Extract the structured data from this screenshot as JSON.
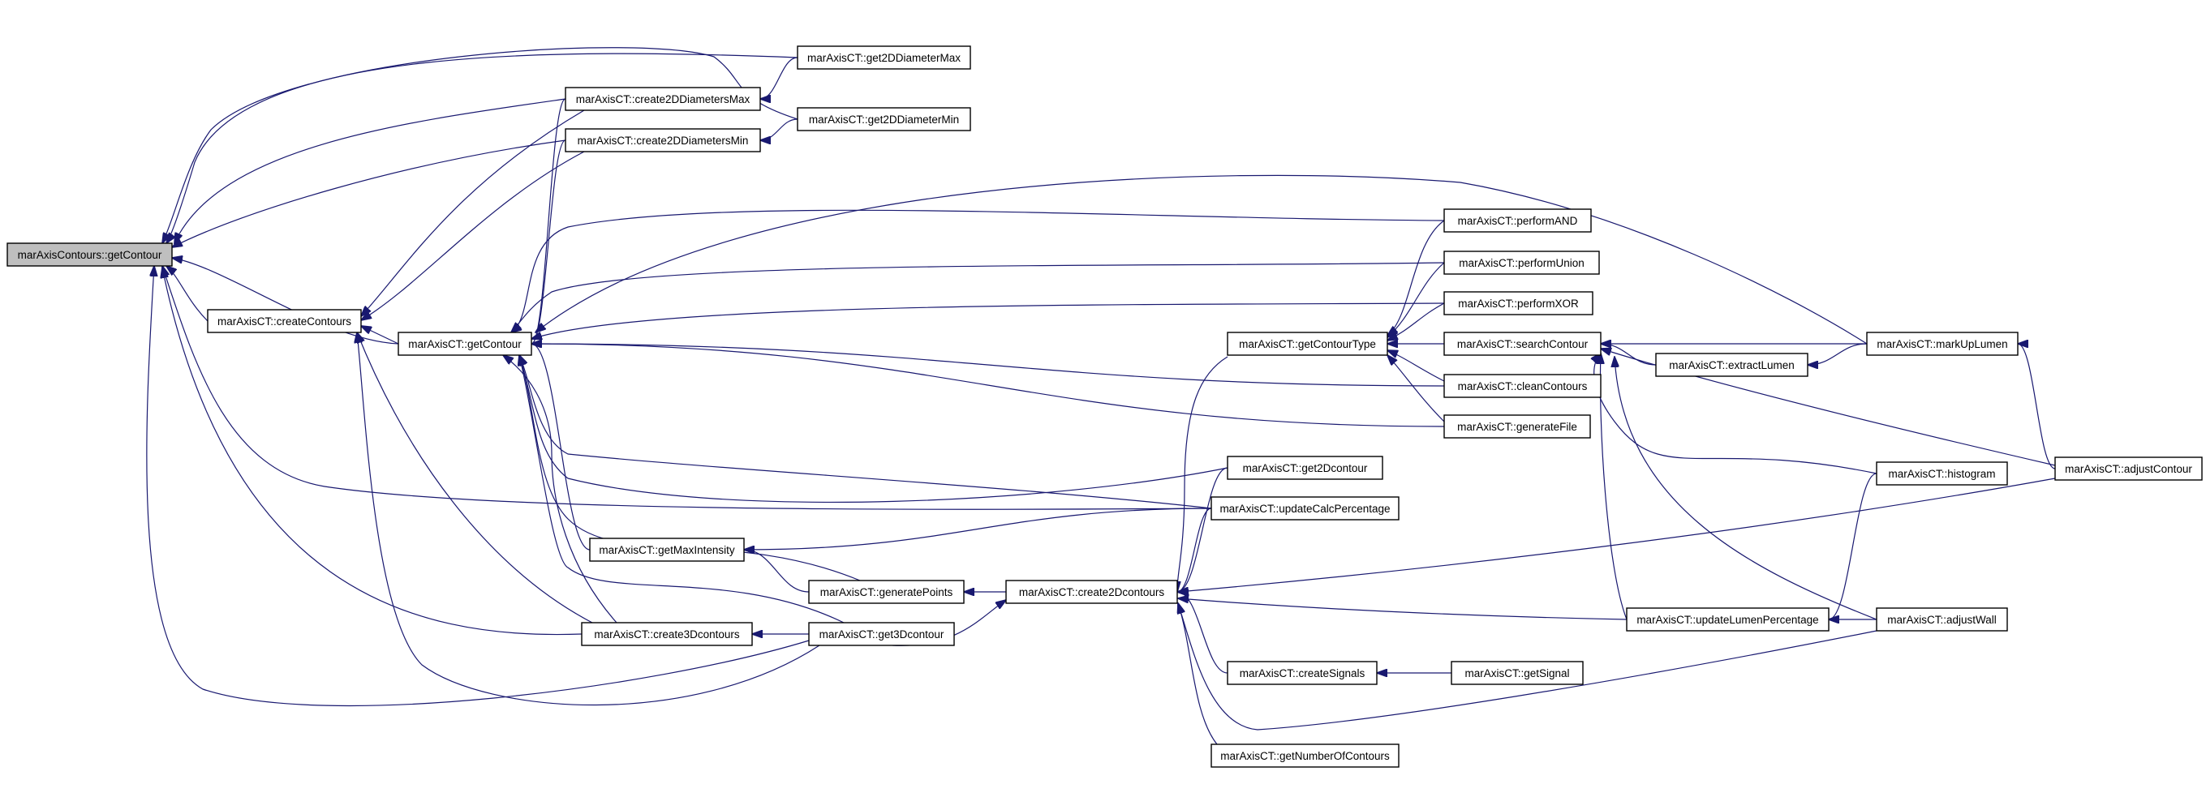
{
  "graph": {
    "nodes": [
      {
        "id": "root",
        "label": "marAxisContours::getContour"
      },
      {
        "id": "createContours",
        "label": "marAxisCT::createContours"
      },
      {
        "id": "getContour",
        "label": "marAxisCT::getContour"
      },
      {
        "id": "create2DDiametersMax",
        "label": "marAxisCT::create2DDiametersMax"
      },
      {
        "id": "create2DDiametersMin",
        "label": "marAxisCT::create2DDiametersMin"
      },
      {
        "id": "get2DDiameterMax",
        "label": "marAxisCT::get2DDiameterMax"
      },
      {
        "id": "get2DDiameterMin",
        "label": "marAxisCT::get2DDiameterMin"
      },
      {
        "id": "getMaxIntensity",
        "label": "marAxisCT::getMaxIntensity"
      },
      {
        "id": "create3Dcontours",
        "label": "marAxisCT::create3Dcontours"
      },
      {
        "id": "generatePoints",
        "label": "marAxisCT::generatePoints"
      },
      {
        "id": "get3Dcontour",
        "label": "marAxisCT::get3Dcontour"
      },
      {
        "id": "create2Dcontours",
        "label": "marAxisCT::create2Dcontours"
      },
      {
        "id": "getContourType",
        "label": "marAxisCT::getContourType"
      },
      {
        "id": "get2Dcontour",
        "label": "marAxisCT::get2Dcontour"
      },
      {
        "id": "updateCalcPercentage",
        "label": "marAxisCT::updateCalcPercentage"
      },
      {
        "id": "createSignals",
        "label": "marAxisCT::createSignals"
      },
      {
        "id": "getNumberOfContours",
        "label": "marAxisCT::getNumberOfContours"
      },
      {
        "id": "performAND",
        "label": "marAxisCT::performAND"
      },
      {
        "id": "performUnion",
        "label": "marAxisCT::performUnion"
      },
      {
        "id": "performXOR",
        "label": "marAxisCT::performXOR"
      },
      {
        "id": "searchContour",
        "label": "marAxisCT::searchContour"
      },
      {
        "id": "cleanContours",
        "label": "marAxisCT::cleanContours"
      },
      {
        "id": "generateFile",
        "label": "marAxisCT::generateFile"
      },
      {
        "id": "getSignal",
        "label": "marAxisCT::getSignal"
      },
      {
        "id": "extractLumen",
        "label": "marAxisCT::extractLumen"
      },
      {
        "id": "updateLumenPercentage",
        "label": "marAxisCT::updateLumenPercentage"
      },
      {
        "id": "markUpLumen",
        "label": "marAxisCT::markUpLumen"
      },
      {
        "id": "histogram",
        "label": "marAxisCT::histogram"
      },
      {
        "id": "adjustContour",
        "label": "marAxisCT::adjustContour"
      },
      {
        "id": "adjustWall",
        "label": "marAxisCT::adjustWall"
      }
    ],
    "edges": [
      {
        "from": "createContours",
        "to": "root"
      },
      {
        "from": "create2DDiametersMax",
        "to": "root"
      },
      {
        "from": "create2DDiametersMin",
        "to": "root"
      },
      {
        "from": "get2DDiameterMax",
        "to": "root"
      },
      {
        "from": "get2DDiameterMin",
        "to": "root"
      },
      {
        "from": "getContour",
        "to": "root"
      },
      {
        "from": "create3Dcontours",
        "to": "root"
      },
      {
        "from": "get3Dcontour",
        "to": "root"
      },
      {
        "from": "updateCalcPercentage",
        "to": "root"
      },
      {
        "from": "getContour",
        "to": "createContours"
      },
      {
        "from": "create2DDiametersMax",
        "to": "createContours"
      },
      {
        "from": "create2DDiametersMin",
        "to": "createContours"
      },
      {
        "from": "create3Dcontours",
        "to": "createContours"
      },
      {
        "from": "get3Dcontour",
        "to": "createContours"
      },
      {
        "from": "get2DDiameterMax",
        "to": "create2DDiametersMax"
      },
      {
        "from": "get2DDiameterMin",
        "to": "create2DDiametersMin"
      },
      {
        "from": "create2DDiametersMax",
        "to": "getContour"
      },
      {
        "from": "create2DDiametersMin",
        "to": "getContour"
      },
      {
        "from": "performAND",
        "to": "getContour"
      },
      {
        "from": "performUnion",
        "to": "getContour"
      },
      {
        "from": "performXOR",
        "to": "getContour"
      },
      {
        "from": "markUpLumen",
        "to": "getContour"
      },
      {
        "from": "cleanContours",
        "to": "getContour"
      },
      {
        "from": "generateFile",
        "to": "getContour"
      },
      {
        "from": "get2Dcontour",
        "to": "getContour"
      },
      {
        "from": "updateCalcPercentage",
        "to": "getContour"
      },
      {
        "from": "getMaxIntensity",
        "to": "getContour"
      },
      {
        "from": "create3Dcontours",
        "to": "getContour"
      },
      {
        "from": "generatePoints",
        "to": "getContour"
      },
      {
        "from": "get3Dcontour",
        "to": "getContour"
      },
      {
        "from": "generatePoints",
        "to": "getMaxIntensity"
      },
      {
        "from": "updateCalcPercentage",
        "to": "getMaxIntensity"
      },
      {
        "from": "get3Dcontour",
        "to": "create3Dcontours"
      },
      {
        "from": "create2Dcontours",
        "to": "generatePoints"
      },
      {
        "from": "get2Dcontour",
        "to": "create2Dcontours"
      },
      {
        "from": "updateCalcPercentage",
        "to": "create2Dcontours"
      },
      {
        "from": "createSignals",
        "to": "create2Dcontours"
      },
      {
        "from": "getNumberOfContours",
        "to": "create2Dcontours"
      },
      {
        "from": "updateLumenPercentage",
        "to": "create2Dcontours"
      },
      {
        "from": "adjustContour",
        "to": "create2Dcontours"
      },
      {
        "from": "adjustWall",
        "to": "create2Dcontours"
      },
      {
        "from": "getContourType",
        "to": "create2Dcontours"
      },
      {
        "from": "get3Dcontour",
        "to": "create2Dcontours"
      },
      {
        "from": "getSignal",
        "to": "createSignals"
      },
      {
        "from": "performAND",
        "to": "getContourType"
      },
      {
        "from": "performUnion",
        "to": "getContourType"
      },
      {
        "from": "performXOR",
        "to": "getContourType"
      },
      {
        "from": "searchContour",
        "to": "getContourType"
      },
      {
        "from": "cleanContours",
        "to": "getContourType"
      },
      {
        "from": "generateFile",
        "to": "getContourType"
      },
      {
        "from": "extractLumen",
        "to": "searchContour"
      },
      {
        "from": "markUpLumen",
        "to": "searchContour"
      },
      {
        "from": "histogram",
        "to": "searchContour"
      },
      {
        "from": "adjustContour",
        "to": "searchContour"
      },
      {
        "from": "updateLumenPercentage",
        "to": "searchContour"
      },
      {
        "from": "adjustWall",
        "to": "searchContour"
      },
      {
        "from": "markUpLumen",
        "to": "extractLumen"
      },
      {
        "from": "adjustContour",
        "to": "markUpLumen"
      },
      {
        "from": "histogram",
        "to": "updateLumenPercentage"
      },
      {
        "from": "adjustWall",
        "to": "updateLumenPercentage"
      }
    ]
  }
}
